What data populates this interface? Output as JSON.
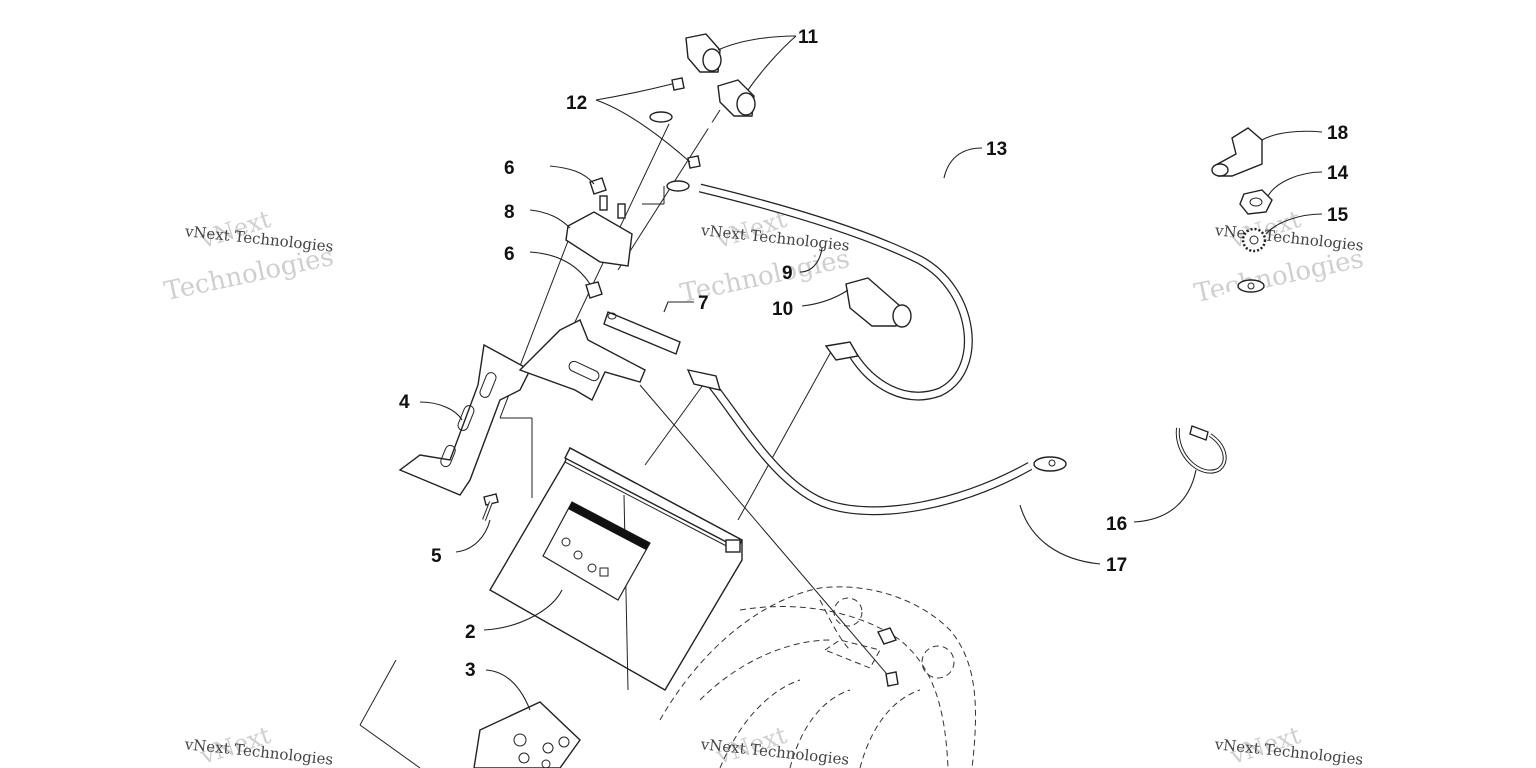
{
  "callouts": [
    {
      "id": "c1",
      "label": "11"
    },
    {
      "id": "c2",
      "label": "12"
    },
    {
      "id": "c3",
      "label": "13"
    },
    {
      "id": "c4",
      "label": "6"
    },
    {
      "id": "c5",
      "label": "8"
    },
    {
      "id": "c6",
      "label": "6"
    },
    {
      "id": "c7",
      "label": "7"
    },
    {
      "id": "c8",
      "label": "9"
    },
    {
      "id": "c9",
      "label": "10"
    },
    {
      "id": "c10",
      "label": "4"
    },
    {
      "id": "c11",
      "label": "5"
    },
    {
      "id": "c12",
      "label": "2"
    },
    {
      "id": "c13",
      "label": "3"
    },
    {
      "id": "c14",
      "label": "18"
    },
    {
      "id": "c15",
      "label": "14"
    },
    {
      "id": "c16",
      "label": "15"
    },
    {
      "id": "c17",
      "label": "16"
    },
    {
      "id": "c18",
      "label": "17"
    }
  ],
  "watermark": {
    "brand": "vNext",
    "name": "vNext Technologies",
    "word": "Technologies"
  },
  "colors": {
    "line": "#222222",
    "watermark": "#cfcfcf",
    "background": "#ffffff"
  }
}
